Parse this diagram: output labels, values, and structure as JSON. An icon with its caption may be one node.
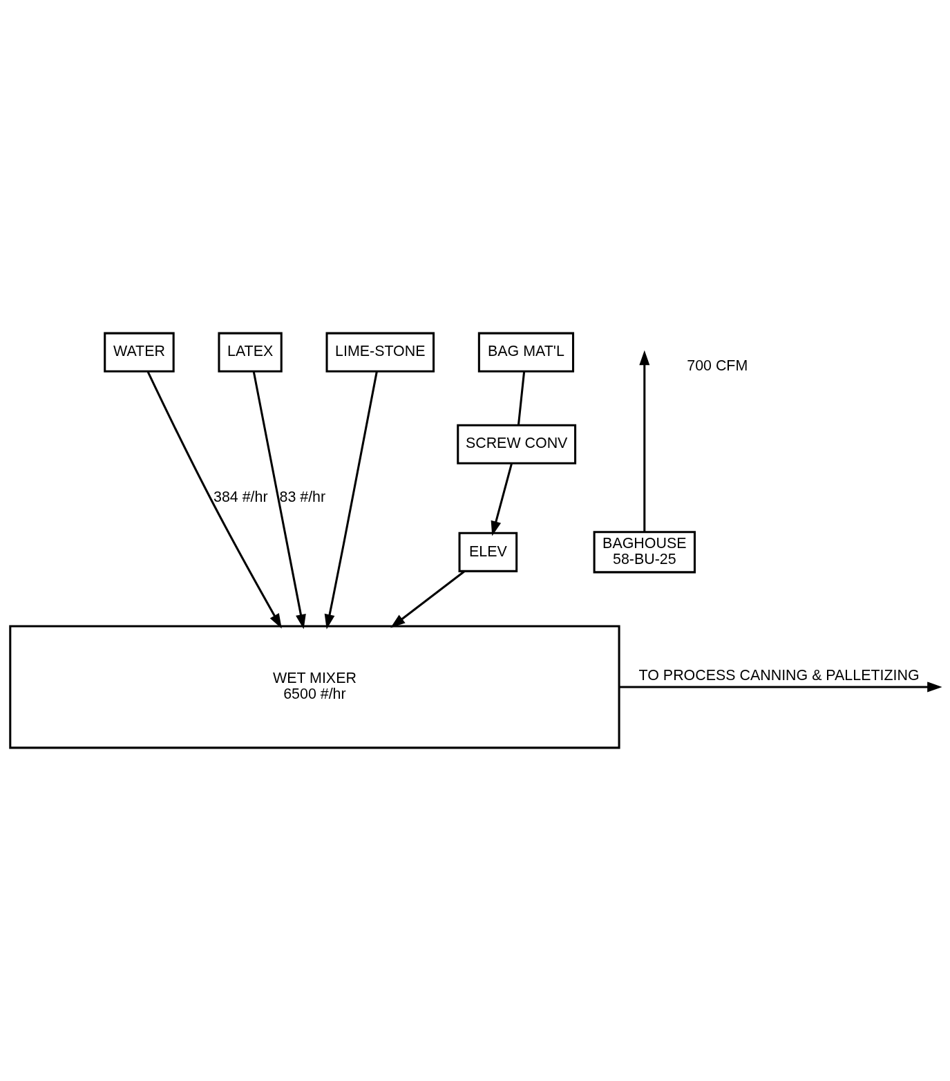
{
  "diagram": {
    "nodes": [
      {
        "text": [
          "WATER"
        ]
      },
      {
        "text": [
          "LATEX"
        ]
      },
      {
        "text": [
          "LIME-STONE"
        ]
      },
      {
        "text": [
          "BAG MAT'L"
        ]
      },
      {
        "text": [
          "BAGHOUSE",
          "58-BU-25"
        ]
      },
      {
        "text": [
          "SCREW CONV"
        ]
      },
      {
        "text": [
          "ELEV"
        ]
      },
      {
        "text": [
          "WET MIXER",
          "6500 #/hr"
        ]
      }
    ],
    "edges": [
      {
        "from": 4,
        "to": null,
        "arrow": "to",
        "label": "700 CFM"
      },
      {
        "from": 0,
        "to": 7,
        "arrow": "to",
        "label": "384 #/hr"
      },
      {
        "from": 1,
        "to": 7,
        "arrow": "to",
        "label": "83 #/hr"
      },
      {
        "from": 2,
        "to": 7,
        "arrow": "to"
      },
      {
        "from": 3,
        "to": 5,
        "arrow": "none"
      },
      {
        "from": 5,
        "to": 6,
        "arrow": "to"
      },
      {
        "from": 6,
        "to": 7,
        "arrow": "to"
      },
      {
        "from": 7,
        "to": null,
        "arrow": "to",
        "label": "TO PROCESS CANNING & PALLETIZING"
      }
    ]
  }
}
